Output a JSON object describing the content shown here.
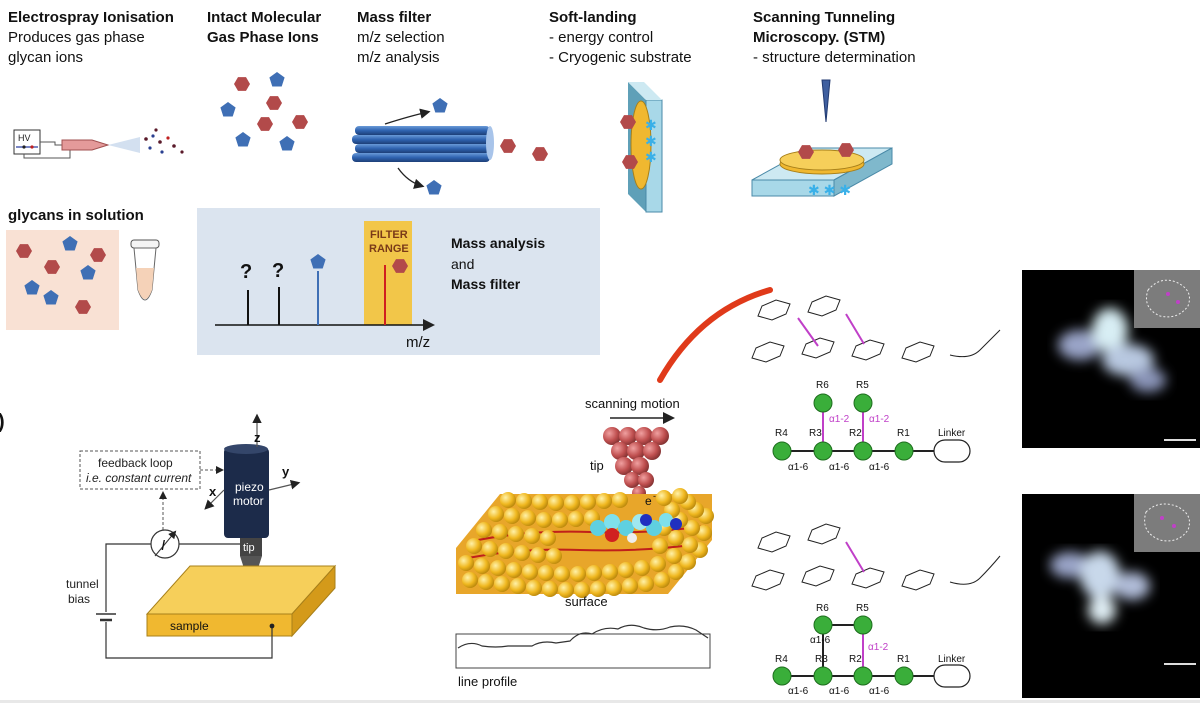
{
  "stages": [
    {
      "title_lines": [
        "Electrospray Ionisation"
      ],
      "desc_lines": [
        "Produces gas phase",
        "glycan ions"
      ]
    },
    {
      "title_lines": [
        "Intact Molecular",
        "Gas Phase Ions"
      ],
      "desc_lines": []
    },
    {
      "title_lines": [
        "Mass filter"
      ],
      "desc_lines": [
        "m/z selection",
        "m/z analysis"
      ]
    },
    {
      "title_lines": [
        "Soft-landing"
      ],
      "desc_lines": [
        "- energy control",
        "- Cryogenic substrate"
      ]
    },
    {
      "title_lines": [
        "Scanning Tunneling",
        "Microscopy. (STM)"
      ],
      "desc_lines": [
        "- structure determination"
      ]
    }
  ],
  "electrospray": {
    "hv_label": "HV"
  },
  "solution": {
    "title": "glycans in solution"
  },
  "mass_panel": {
    "unknown_marks": [
      "?",
      "?"
    ],
    "filter_lines": [
      "FILTER",
      "RANGE"
    ],
    "axis_label": "m/z",
    "caption_line1": "Mass analysis",
    "caption_line2": "and",
    "caption_line3": "Mass filter"
  },
  "panel_letter": ")",
  "stm_schematic": {
    "z": "z",
    "y": "y",
    "x": "x",
    "feedback1": "feedback loop",
    "feedback2": "i.e. constant current",
    "current": "I",
    "piezo1": "piezo",
    "piezo2": "motor",
    "tip": "tip",
    "bias1": "tunnel",
    "bias2": "bias",
    "sample": "sample"
  },
  "tip_scene": {
    "scan": "scanning motion",
    "tip": "tip",
    "electron": "e",
    "electron_sup": "-",
    "surface": "surface",
    "profile": "line profile"
  },
  "glycan_top": {
    "nodes": [
      "R6",
      "R5",
      "R4",
      "R3",
      "R2",
      "R1",
      "Linker"
    ],
    "links": [
      "α1-2",
      "α1-2",
      "α1-6",
      "α1-6",
      "α1-6"
    ]
  },
  "glycan_bottom": {
    "nodes": [
      "R6",
      "R5",
      "R4",
      "R3",
      "R2",
      "R1",
      "Linker"
    ],
    "links": [
      "α1-6",
      "α1-2",
      "α1-6",
      "α1-6",
      "α1-6"
    ]
  },
  "colors": {
    "hexagon": "#b24a4a",
    "pentagon": "#3f6fb5",
    "panel_bg": "#dbe4ef",
    "gold": "#f2c649",
    "green": "#3aae3a",
    "magenta": "#c040c8"
  }
}
